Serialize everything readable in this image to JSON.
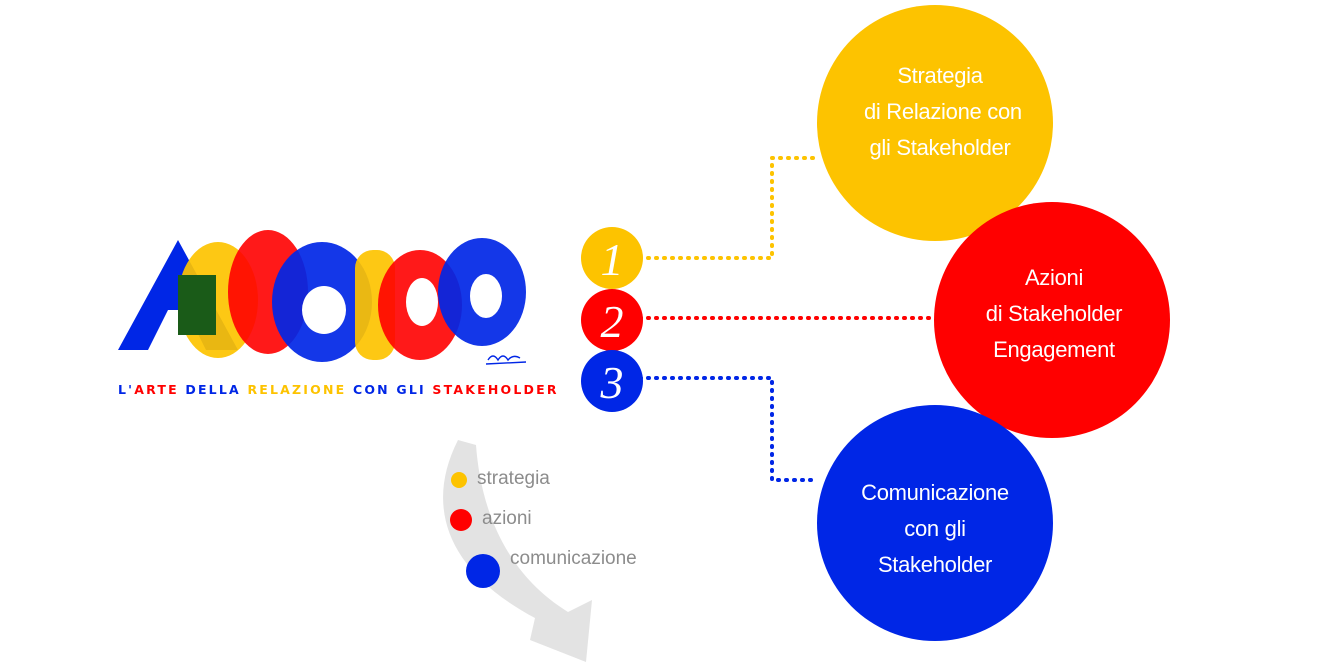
{
  "colors": {
    "yellow": "#fdc300",
    "red": "#ff0000",
    "blue": "#0026e6",
    "green": "#1a5b18",
    "arrow": "#e3e3e3",
    "legend_text": "#8c8c8c"
  },
  "logo": {
    "wordmark": "ACCORDO",
    "signature": "Maffei",
    "tagline": {
      "part1": "L'",
      "arte": "ARTE",
      "part2": " DELLA ",
      "relazione": "RELAZIONE",
      "part3": " CON GLI ",
      "stakeholder": "STAKEHOLDER"
    }
  },
  "steps": [
    {
      "number": "1",
      "color": "yellow",
      "label_lines": [
        "Strategia",
        " di Relazione con",
        "gli Stakeholder"
      ]
    },
    {
      "number": "2",
      "color": "red",
      "label_lines": [
        "Azioni",
        "di Stakeholder",
        "Engagement"
      ]
    },
    {
      "number": "3",
      "color": "blue",
      "label_lines": [
        "Comunicazione",
        "con gli",
        "Stakeholder"
      ]
    }
  ],
  "legend": [
    {
      "label": "strategia",
      "color": "yellow"
    },
    {
      "label": "azioni",
      "color": "red"
    },
    {
      "label": "comunicazione",
      "color": "blue"
    }
  ]
}
